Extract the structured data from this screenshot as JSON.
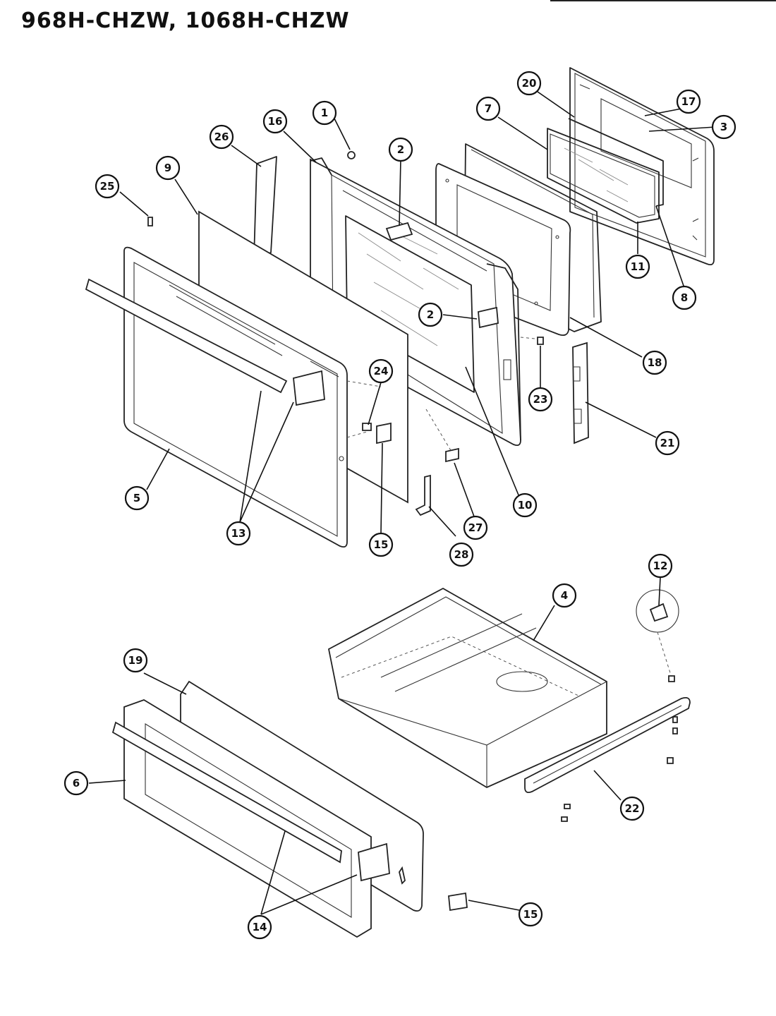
{
  "title": "968H-CHZW, 1068H-CHZW",
  "callouts": [
    {
      "id": "c1",
      "label": "1"
    },
    {
      "id": "c2a",
      "label": "2"
    },
    {
      "id": "c2b",
      "label": "2"
    },
    {
      "id": "c3",
      "label": "3"
    },
    {
      "id": "c4",
      "label": "4"
    },
    {
      "id": "c5",
      "label": "5"
    },
    {
      "id": "c6",
      "label": "6"
    },
    {
      "id": "c7",
      "label": "7"
    },
    {
      "id": "c8",
      "label": "8"
    },
    {
      "id": "c9",
      "label": "9"
    },
    {
      "id": "c10",
      "label": "10"
    },
    {
      "id": "c11",
      "label": "11"
    },
    {
      "id": "c12",
      "label": "12"
    },
    {
      "id": "c13",
      "label": "13"
    },
    {
      "id": "c14",
      "label": "14"
    },
    {
      "id": "c15a",
      "label": "15"
    },
    {
      "id": "c15b",
      "label": "15"
    },
    {
      "id": "c16",
      "label": "16"
    },
    {
      "id": "c17",
      "label": "17"
    },
    {
      "id": "c18",
      "label": "18"
    },
    {
      "id": "c19",
      "label": "19"
    },
    {
      "id": "c20",
      "label": "20"
    },
    {
      "id": "c21",
      "label": "21"
    },
    {
      "id": "c22",
      "label": "22"
    },
    {
      "id": "c23",
      "label": "23"
    },
    {
      "id": "c24",
      "label": "24"
    },
    {
      "id": "c25",
      "label": "25"
    },
    {
      "id": "c26",
      "label": "26"
    },
    {
      "id": "c27",
      "label": "27"
    },
    {
      "id": "c28",
      "label": "28"
    }
  ]
}
